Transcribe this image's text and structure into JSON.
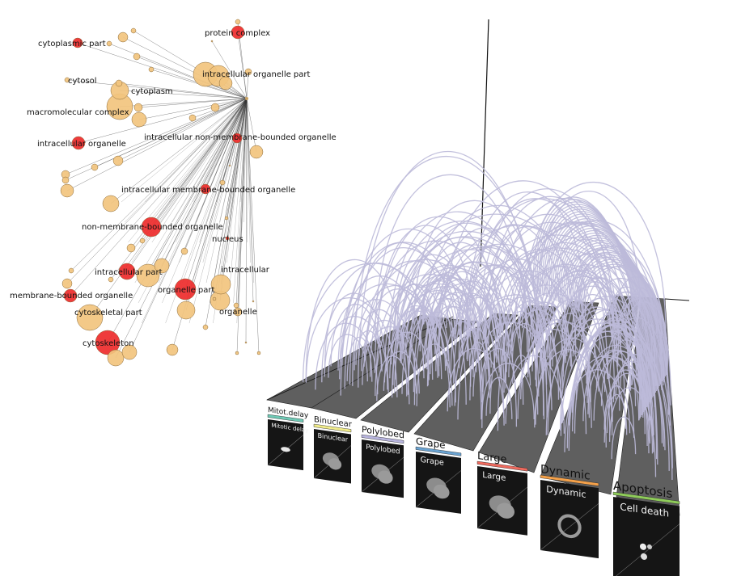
{
  "network": {
    "hub_color": "#c8a060",
    "edge_color": "#555555",
    "colors": {
      "enriched": "#ee2b2b",
      "normal": "#f2c47e",
      "stroke": "#8a6a3a"
    },
    "labeled_nodes": [
      {
        "label": "protein complex",
        "kind": "enriched"
      },
      {
        "label": "cytoplasmic part",
        "kind": "enriched"
      },
      {
        "label": "intracellular organelle part",
        "kind": "normal"
      },
      {
        "label": "cytosol",
        "kind": "normal"
      },
      {
        "label": "cytoplasm",
        "kind": "normal"
      },
      {
        "label": "macromolecular complex",
        "kind": "normal"
      },
      {
        "label": "intracellular organelle",
        "kind": "enriched"
      },
      {
        "label": "intracellular non-membrane-bounded organelle",
        "kind": "enriched"
      },
      {
        "label": "intracellular membrane-bounded organelle",
        "kind": "enriched"
      },
      {
        "label": "non-membrane-bounded organelle",
        "kind": "enriched"
      },
      {
        "label": "nucleus",
        "kind": "enriched"
      },
      {
        "label": "intracellular part",
        "kind": "enriched"
      },
      {
        "label": "intracellular",
        "kind": "normal"
      },
      {
        "label": "membrane-bounded organelle",
        "kind": "enriched"
      },
      {
        "label": "organelle part",
        "kind": "enriched"
      },
      {
        "label": "cytoskeletal part",
        "kind": "normal"
      },
      {
        "label": "organelle",
        "kind": "normal"
      },
      {
        "label": "cytoskeleton",
        "kind": "enriched"
      }
    ]
  },
  "arc_view": {
    "arc_color": "#bdbad9",
    "strip_color": "#5f5f5f",
    "phenotypes": [
      {
        "title": "Mitot.delay",
        "image_label": "Mitotic delay",
        "bar_color": "#6fc9b5"
      },
      {
        "title": "Binuclear",
        "image_label": "Binuclear",
        "bar_color": "#f0eb8a"
      },
      {
        "title": "Polylobed",
        "image_label": "Polylobed",
        "bar_color": "#b7b4dd"
      },
      {
        "title": "Grape",
        "image_label": "Grape",
        "bar_color": "#6aa3d1"
      },
      {
        "title": "Large",
        "image_label": "Large",
        "bar_color": "#ee6a5e"
      },
      {
        "title": "Dynamic",
        "image_label": "Dynamic",
        "bar_color": "#f4a14a"
      },
      {
        "title": "Apoptosis",
        "image_label": "Cell death",
        "bar_color": "#8fcc5a"
      }
    ]
  }
}
